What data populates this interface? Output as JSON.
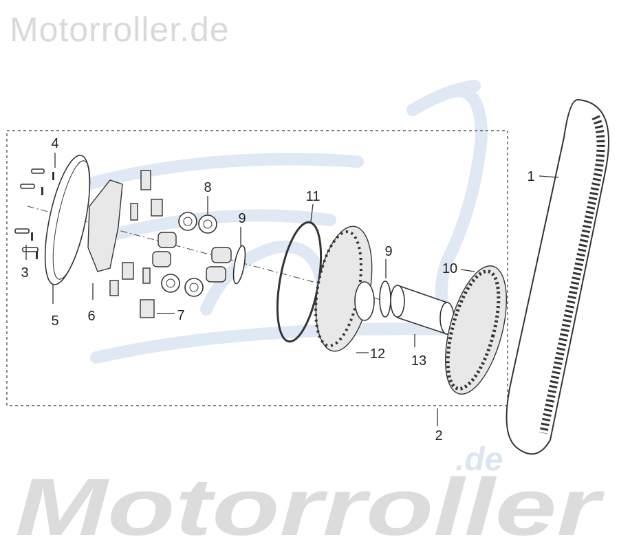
{
  "watermark": {
    "top_text": "Motorroller.de",
    "bottom_text": "Motorroller",
    "bottom_suffix": ".de",
    "watermark_color": "#d9d9d9",
    "logo_color": "#dfe9f3"
  },
  "diagram": {
    "callouts": [
      {
        "id": "c1",
        "label": "1"
      },
      {
        "id": "c2",
        "label": "2"
      },
      {
        "id": "c3",
        "label": "3"
      },
      {
        "id": "c4",
        "label": "4"
      },
      {
        "id": "c5",
        "label": "5"
      },
      {
        "id": "c6",
        "label": "6"
      },
      {
        "id": "c7",
        "label": "7"
      },
      {
        "id": "c8",
        "label": "8"
      },
      {
        "id": "c9a",
        "label": "9"
      },
      {
        "id": "c9b",
        "label": "9"
      },
      {
        "id": "c10",
        "label": "10"
      },
      {
        "id": "c11",
        "label": "11"
      },
      {
        "id": "c12",
        "label": "12"
      },
      {
        "id": "c13",
        "label": "13"
      }
    ]
  }
}
